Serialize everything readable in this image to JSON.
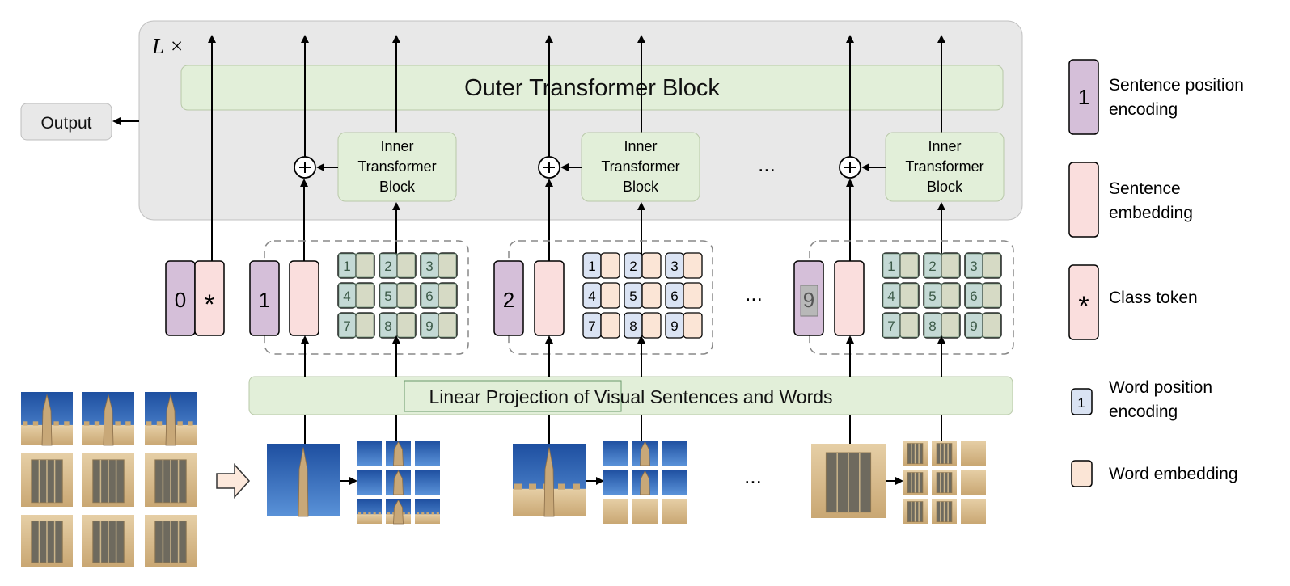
{
  "outer": {
    "repeat_label": "L ×",
    "block_label": "Outer Transformer Block",
    "output_label": "Output"
  },
  "inner_block_lines": [
    "Inner",
    "Transformer",
    "Block"
  ],
  "tokens": {
    "class_position": "0",
    "class_symbol": "*",
    "sentence_positions": [
      "1",
      "2",
      "9"
    ],
    "word_positions": [
      "1",
      "2",
      "3",
      "4",
      "5",
      "6",
      "7",
      "8",
      "9"
    ]
  },
  "ellipsis": "...",
  "projection_label": "Linear Projection of Visual Sentences and Words",
  "legend": {
    "sentence_position": {
      "symbol": "1",
      "lines": [
        "Sentence position",
        "encoding"
      ]
    },
    "sentence_embedding": {
      "lines": [
        "Sentence",
        "embedding"
      ]
    },
    "class_token": {
      "symbol": "*",
      "label": "Class token"
    },
    "word_position": {
      "symbol": "1",
      "lines": [
        "Word position",
        "encoding"
      ]
    },
    "word_embedding": {
      "label": "Word embedding"
    }
  },
  "colors": {
    "outer_bg": "#e8e8e8",
    "green_block": "#e2efd9",
    "sentence_position": "#d5bfd9",
    "sentence_embedding": "#fadedd",
    "word_position": "#dae3f3",
    "word_embedding": "#fbe5d6",
    "sky_dark": "#1e4fa0",
    "sky_light": "#4a86d4",
    "stone": "#d8b98a",
    "stone_dark": "#a88a60"
  }
}
